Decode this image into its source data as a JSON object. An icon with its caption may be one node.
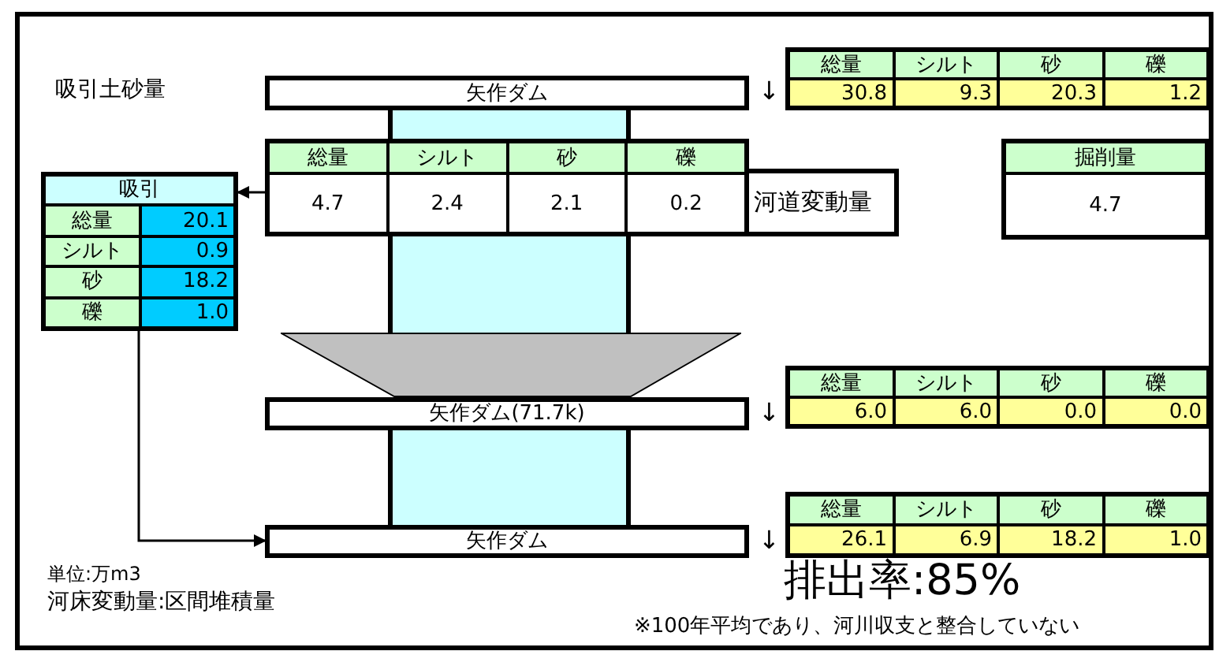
{
  "diagram": {
    "nodes": [
      {
        "text": [
          "矢作ダム"
        ]
      },
      {
        "text": [
          "総量",
          "シルト",
          "砂",
          "礫",
          "30.8",
          "9.3",
          "20.3",
          "1.2"
        ]
      },
      {
        "text": [
          "総量",
          "シルト",
          "砂",
          "礫",
          "4.7",
          "2.4",
          "2.1",
          "0.2"
        ]
      },
      {
        "text": [
          "河道変動量"
        ]
      },
      {
        "text": [
          "掘削量",
          "4.7"
        ]
      },
      {
        "text": [
          "吸引",
          "総量",
          "20.1",
          "シルト",
          "0.9",
          "砂",
          "18.2",
          "礫",
          "1.0"
        ]
      },
      {
        "text": [
          "矢作ダム(71.7k)"
        ]
      },
      {
        "text": [
          "総量",
          "シルト",
          "砂",
          "礫",
          "6.0",
          "6.0",
          "0.0",
          "0.0"
        ]
      },
      {
        "text": [
          "矢作ダム"
        ]
      },
      {
        "text": [
          "総量",
          "シルト",
          "砂",
          "礫",
          "26.1",
          "6.9",
          "18.2",
          "1.0"
        ]
      },
      {
        "text": [],
        "shape": "box"
      },
      {
        "text": [],
        "shape": "box"
      },
      {
        "text": [],
        "shape": "trapezoid"
      },
      {
        "text": [],
        "shape": "box"
      }
    ],
    "edges": [
      {
        "from": 2,
        "to": 5,
        "arrow": "to"
      },
      {
        "from": 5,
        "to": 8,
        "arrow": "to"
      }
    ],
    "labels": [
      "吸引土砂量",
      "↓",
      "↓",
      "↓",
      "単位:万m3",
      "河床変動量:区間堆積量",
      "排出率:85%",
      "※100年平均であり、河川収支と整合していない"
    ]
  }
}
